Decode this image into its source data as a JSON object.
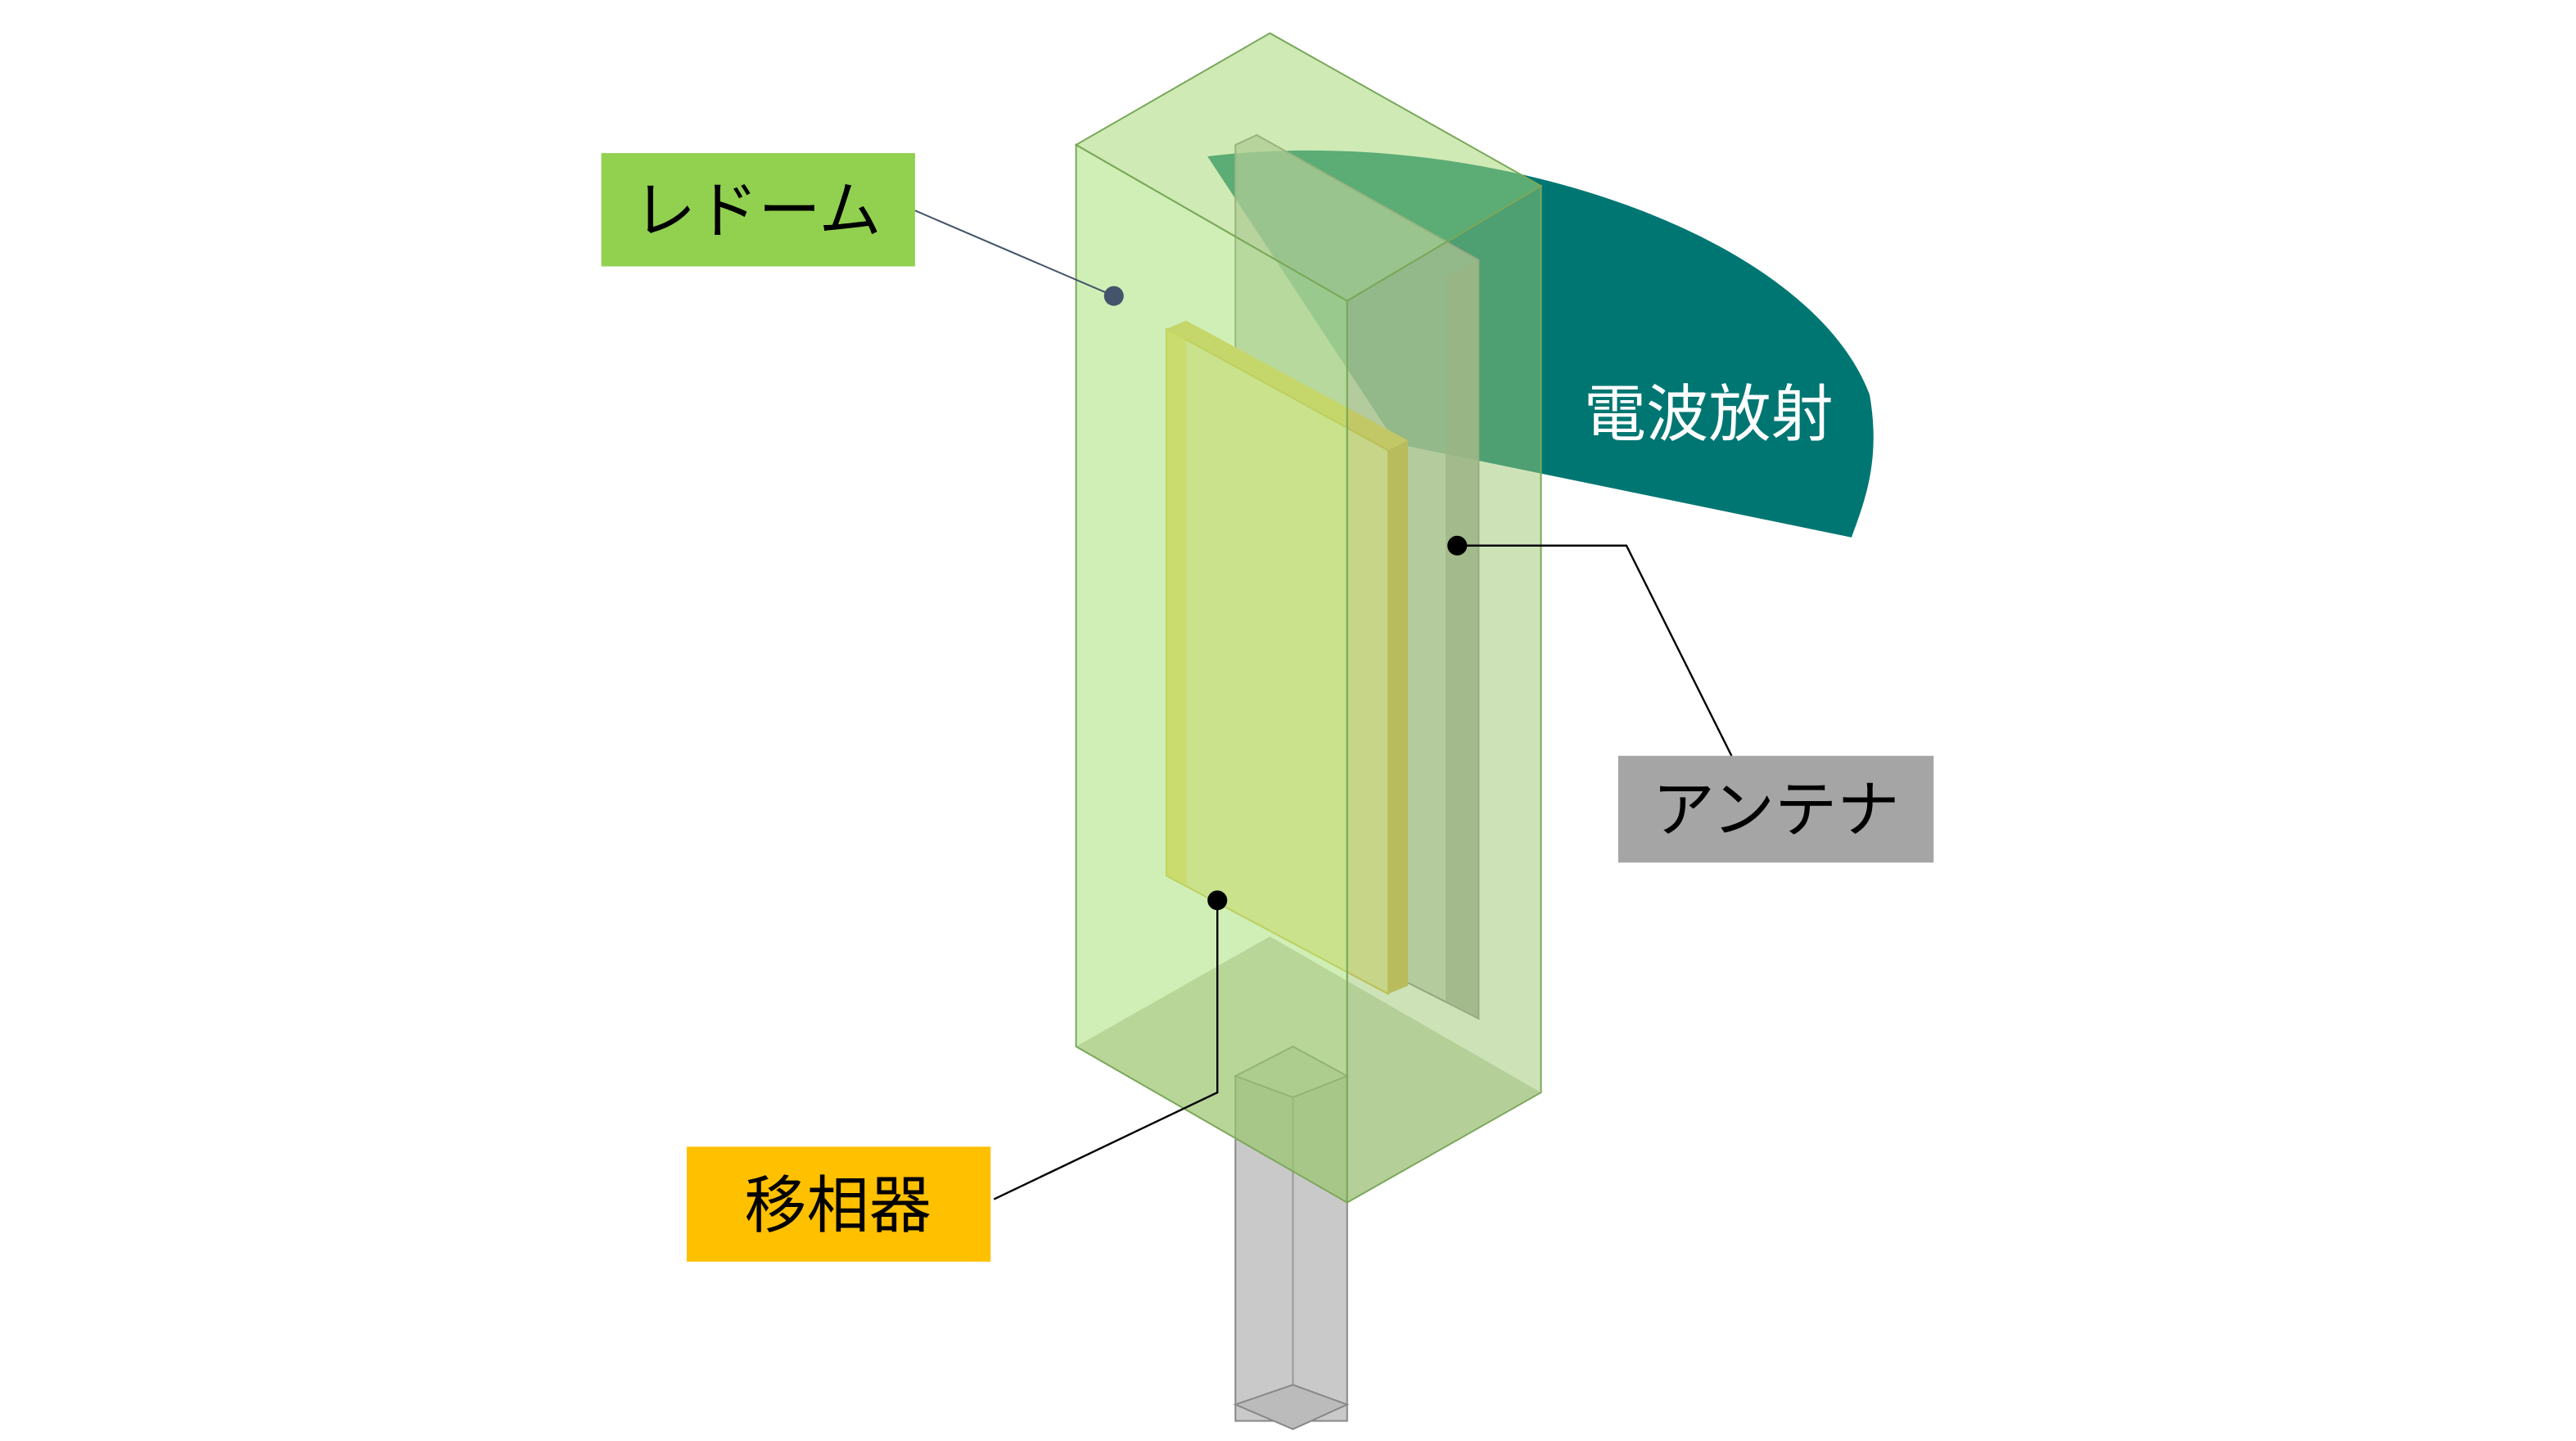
{
  "labels": {
    "radome": "レドーム",
    "radiation": "電波放射",
    "antenna": "アンテナ",
    "phase_shifter": "移相器"
  },
  "colors": {
    "radome_label": "#92d050",
    "radome_body": "#a8e27a",
    "radiation": "#007672",
    "antenna_label": "#a5a5a5",
    "phase_shifter_label": "#ffc000",
    "phase_shifter_body": "#f2d46a"
  }
}
